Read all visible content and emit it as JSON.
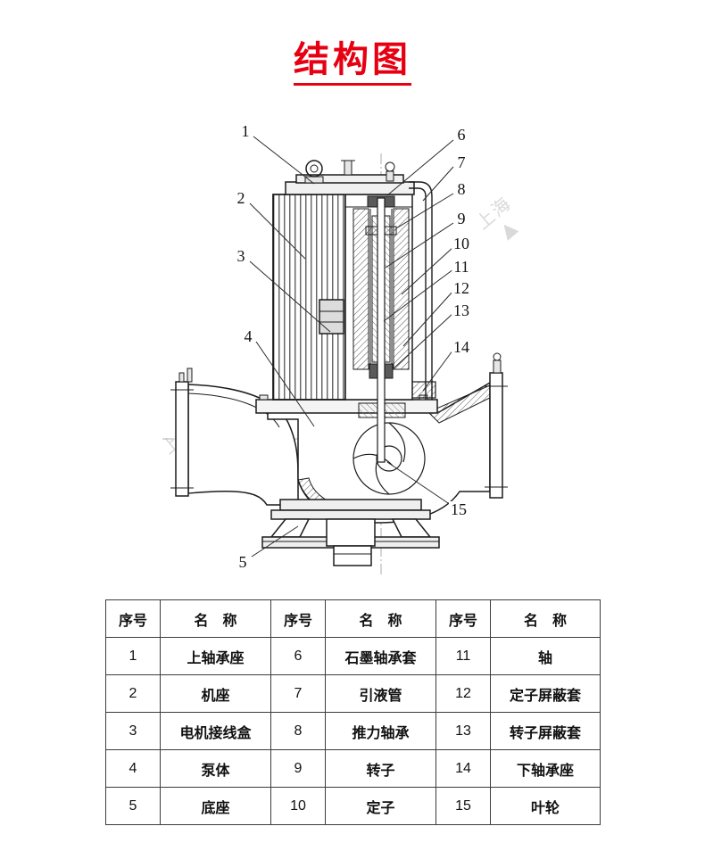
{
  "title": "结构图",
  "watermark": {
    "text": "上海",
    "logo": "▲"
  },
  "callouts": [
    "1",
    "2",
    "3",
    "4",
    "5",
    "6",
    "7",
    "8",
    "9",
    "10",
    "11",
    "12",
    "13",
    "14",
    "15"
  ],
  "table": {
    "headers": [
      "序号",
      "名　称",
      "序号",
      "名　称",
      "序号",
      "名　称"
    ],
    "rows": [
      [
        "1",
        "上轴承座",
        "6",
        "石墨轴承套",
        "11",
        "轴"
      ],
      [
        "2",
        "机座",
        "7",
        "引液管",
        "12",
        "定子屏蔽套"
      ],
      [
        "3",
        "电机接线盒",
        "8",
        "推力轴承",
        "13",
        "转子屏蔽套"
      ],
      [
        "4",
        "泵体",
        "9",
        "转子",
        "14",
        "下轴承座"
      ],
      [
        "5",
        "底座",
        "10",
        "定子",
        "15",
        "叶轮"
      ]
    ]
  }
}
